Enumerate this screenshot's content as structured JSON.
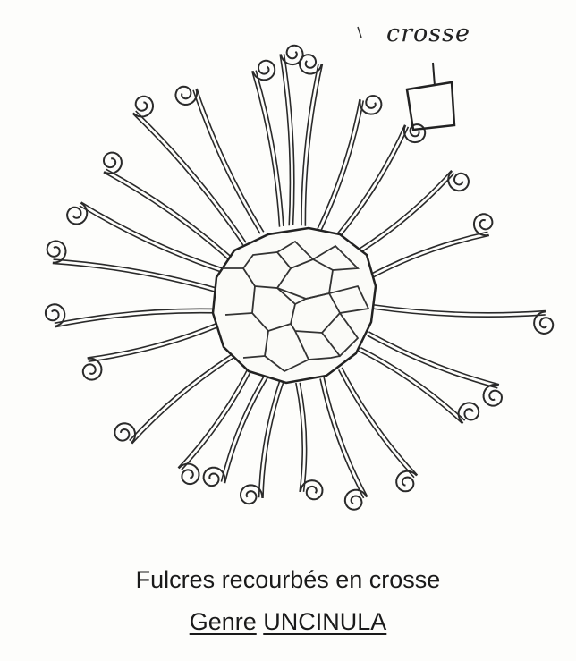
{
  "annotation": {
    "label": "crosse"
  },
  "caption": {
    "line1": "Fulcres recourbés en crosse",
    "line2_prefix": "Genre",
    "line2_name": "UNCINULA"
  },
  "colors": {
    "ink": "#222222",
    "paper": "#fdfdfb"
  }
}
